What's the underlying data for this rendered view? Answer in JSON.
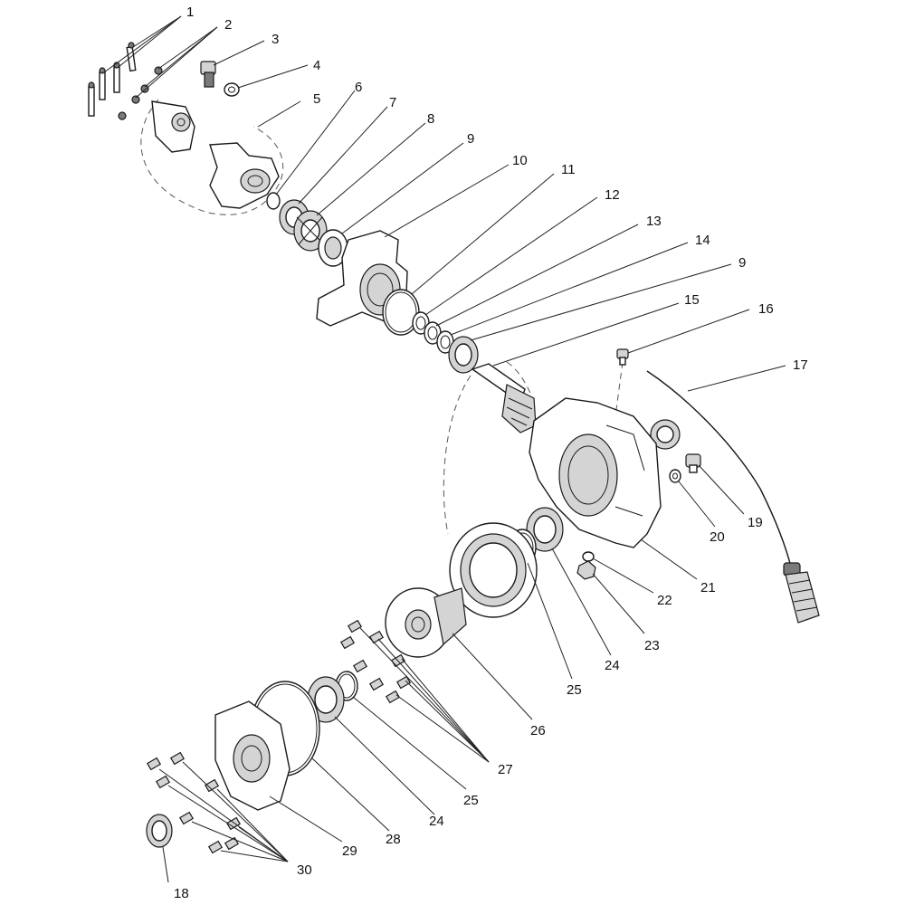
{
  "diagram": {
    "callouts": [
      {
        "id": "1",
        "label": "1"
      },
      {
        "id": "2",
        "label": "2"
      },
      {
        "id": "3",
        "label": "3"
      },
      {
        "id": "4",
        "label": "4"
      },
      {
        "id": "5",
        "label": "5"
      },
      {
        "id": "6",
        "label": "6"
      },
      {
        "id": "7",
        "label": "7"
      },
      {
        "id": "8",
        "label": "8"
      },
      {
        "id": "9a",
        "label": "9"
      },
      {
        "id": "10",
        "label": "10"
      },
      {
        "id": "11",
        "label": "11"
      },
      {
        "id": "12",
        "label": "12"
      },
      {
        "id": "13",
        "label": "13"
      },
      {
        "id": "14",
        "label": "14"
      },
      {
        "id": "9b",
        "label": "9"
      },
      {
        "id": "15",
        "label": "15"
      },
      {
        "id": "16",
        "label": "16"
      },
      {
        "id": "17",
        "label": "17"
      },
      {
        "id": "20",
        "label": "20"
      },
      {
        "id": "19",
        "label": "19"
      },
      {
        "id": "21",
        "label": "21"
      },
      {
        "id": "22",
        "label": "22"
      },
      {
        "id": "23",
        "label": "23"
      },
      {
        "id": "24a",
        "label": "24"
      },
      {
        "id": "25a",
        "label": "25"
      },
      {
        "id": "26",
        "label": "26"
      },
      {
        "id": "27",
        "label": "27"
      },
      {
        "id": "25b",
        "label": "25"
      },
      {
        "id": "24b",
        "label": "24"
      },
      {
        "id": "28",
        "label": "28"
      },
      {
        "id": "29",
        "label": "29"
      },
      {
        "id": "30",
        "label": "30"
      },
      {
        "id": "18",
        "label": "18"
      }
    ]
  }
}
